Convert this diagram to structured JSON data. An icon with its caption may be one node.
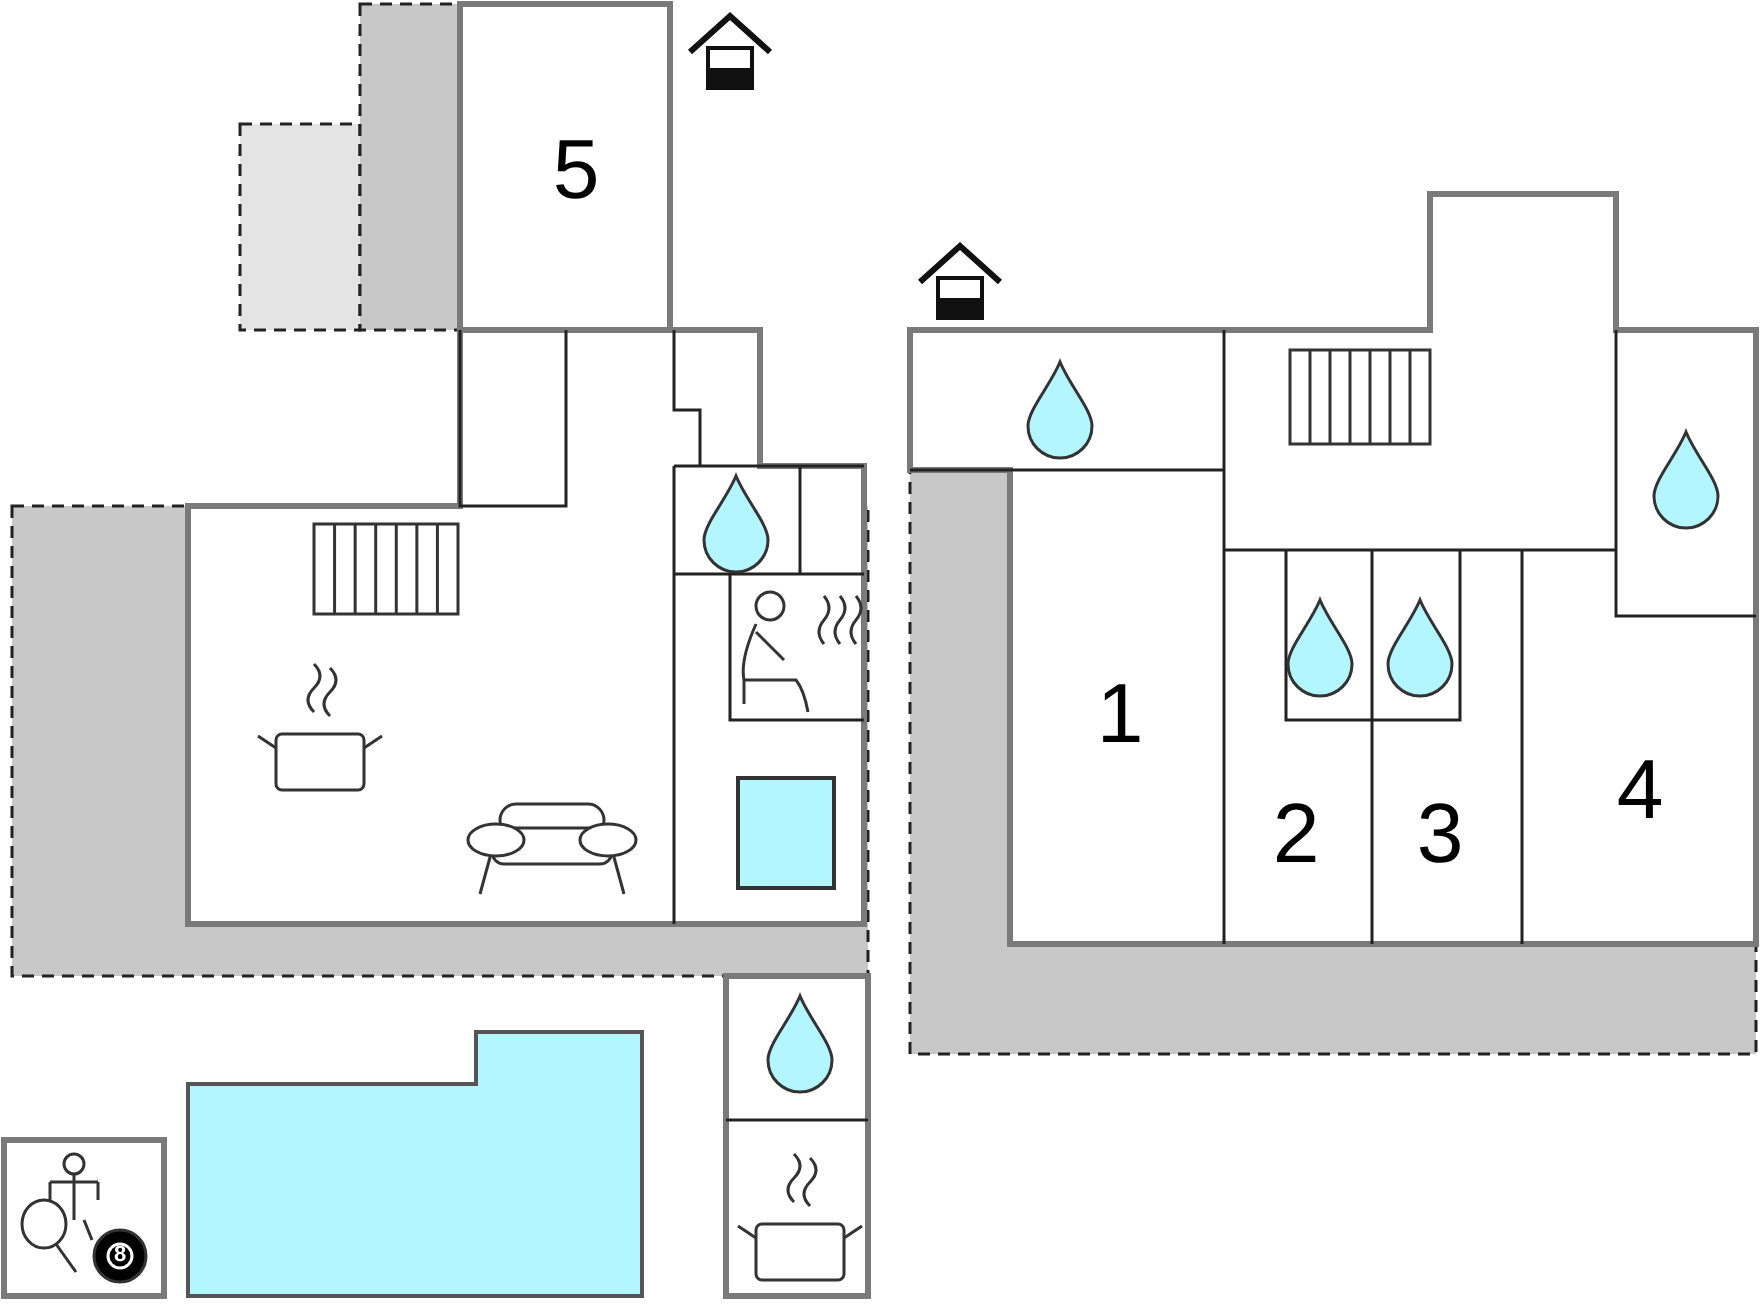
{
  "diagram": {
    "labels": [
      "5",
      "1",
      "2",
      "3",
      "4",
      "8"
    ]
  }
}
